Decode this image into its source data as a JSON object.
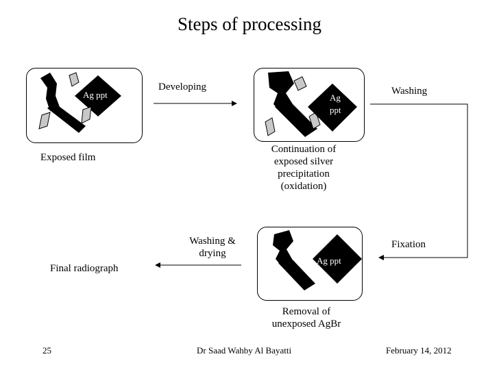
{
  "title": "Steps of processing",
  "films": {
    "exposed": {
      "label": "Exposed film",
      "ag_label": "Ag ppt"
    },
    "continuation": {
      "label_lines": [
        "Continuation of",
        "exposed silver",
        "precipitation",
        "(oxidation)"
      ],
      "ag_label_lines": [
        "Ag",
        "ppt"
      ]
    },
    "removal": {
      "label_lines": [
        "Removal of",
        "unexposed  AgBr"
      ],
      "ag_label": "Ag ppt"
    }
  },
  "steps": {
    "developing": "Developing",
    "washing": "Washing",
    "fixation": "Fixation",
    "washing_drying": [
      "Washing &",
      "drying"
    ]
  },
  "result": "Final radiograph",
  "footer": {
    "page": "25",
    "author": "Dr Saad Wahby Al Bayatti",
    "date": "February 14, 2012"
  }
}
